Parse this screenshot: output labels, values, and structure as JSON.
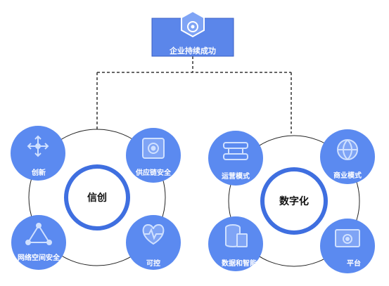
{
  "top": {
    "label": "企业持续成功"
  },
  "left_group": {
    "center_label": "信创",
    "nodes": [
      "创新",
      "供应链安全",
      "网络空间安全",
      "可控"
    ]
  },
  "right_group": {
    "center_label": "数字化",
    "nodes": [
      "运营模式",
      "商业模式",
      "数据和智能",
      "平台"
    ]
  },
  "colors": {
    "node_blue": "#5b8af0",
    "ring_blue": "#3f6fe0",
    "top_box": "#5b86ea"
  }
}
